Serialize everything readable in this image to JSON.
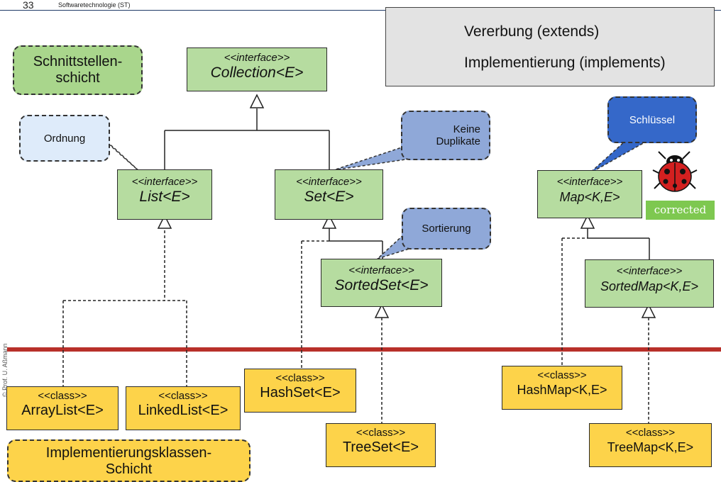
{
  "header": {
    "slide_number": "33",
    "title": "Softwaretechnologie (ST)"
  },
  "legend": {
    "extends_label": "Vererbung (extends)",
    "implements_label": "Implementierung (implements)"
  },
  "notes": {
    "interface_layer": [
      "Schnittstellen-",
      "schicht"
    ],
    "ordering": "Ordnung",
    "no_duplicates": [
      "Keine",
      "Duplikate"
    ],
    "sorting": "Sortierung",
    "key": "Schlüssel",
    "implementation_layer": [
      "Implementierungsklassen-",
      "Schicht"
    ]
  },
  "interfaces": {
    "stereotype": "<<interface>>",
    "collection": "Collection<E>",
    "list": "List<E>",
    "set": "Set<E>",
    "sortedset": "SortedSet<E>",
    "map": "Map<K,E>",
    "sortedmap": "SortedMap<K,E>"
  },
  "classes": {
    "stereotype": "<<class>>",
    "arraylist": "ArrayList<E>",
    "linkedlist": "LinkedList<E>",
    "hashset": "HashSet<E>",
    "treeset": "TreeSet<E>",
    "hashmap": "HashMap<K,E>",
    "treemap": "TreeMap<K,E>"
  },
  "badge": {
    "corrected": "corrected"
  },
  "sidebar": {
    "vertical_text": "© Prof. U. Aßmann"
  },
  "colors": {
    "interface_fill": "#b6dca0",
    "class_fill": "#fdd34a",
    "note_light_blue": "#deebfa",
    "note_mid_blue": "#8fa8d8",
    "note_dark_blue": "#3568c9",
    "separator_red": "#b8302a",
    "legend_fill": "#e3e3e3"
  },
  "icons": {
    "bug": "ladybug-icon"
  }
}
